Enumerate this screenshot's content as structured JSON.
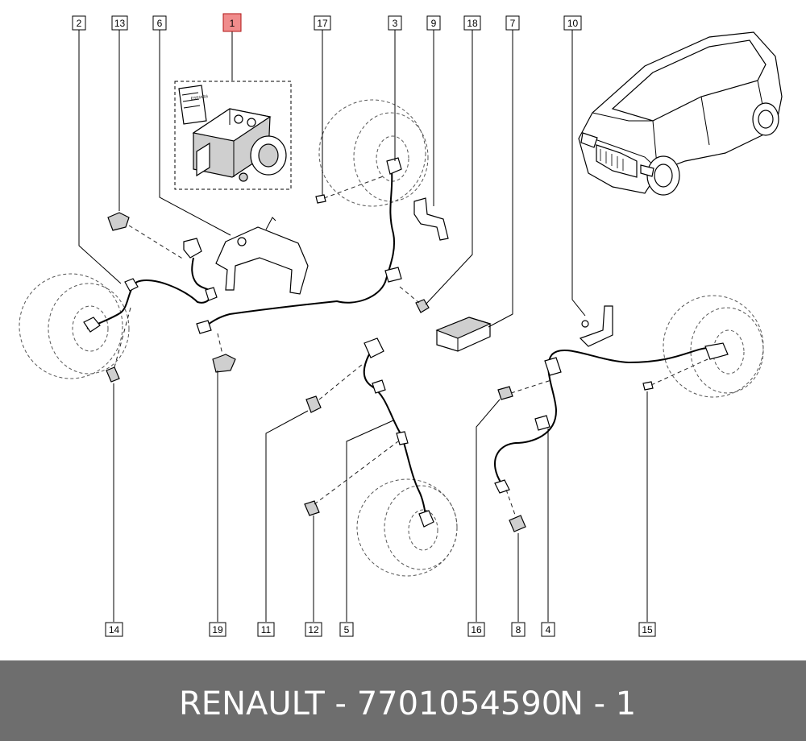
{
  "diagram": {
    "callouts": [
      {
        "id": "2",
        "label": "2"
      },
      {
        "id": "13",
        "label": "13"
      },
      {
        "id": "6",
        "label": "6"
      },
      {
        "id": "1",
        "label": "1",
        "highlighted": true
      },
      {
        "id": "17",
        "label": "17"
      },
      {
        "id": "3",
        "label": "3"
      },
      {
        "id": "9",
        "label": "9"
      },
      {
        "id": "18",
        "label": "18"
      },
      {
        "id": "7",
        "label": "7"
      },
      {
        "id": "10",
        "label": "10"
      },
      {
        "id": "14",
        "label": "14"
      },
      {
        "id": "19",
        "label": "19"
      },
      {
        "id": "11",
        "label": "11"
      },
      {
        "id": "12",
        "label": "12"
      },
      {
        "id": "5",
        "label": "5"
      },
      {
        "id": "16",
        "label": "16"
      },
      {
        "id": "8",
        "label": "8"
      },
      {
        "id": "4",
        "label": "4"
      },
      {
        "id": "15",
        "label": "15"
      }
    ],
    "highlight_color": "#f08c8c",
    "ecu_label_text": "ESP/ABS"
  },
  "footer": {
    "title": "RENAULT - 7701054590",
    "ref": "N - 1",
    "background": "#6e6e6e",
    "text_color": "#ffffff"
  }
}
